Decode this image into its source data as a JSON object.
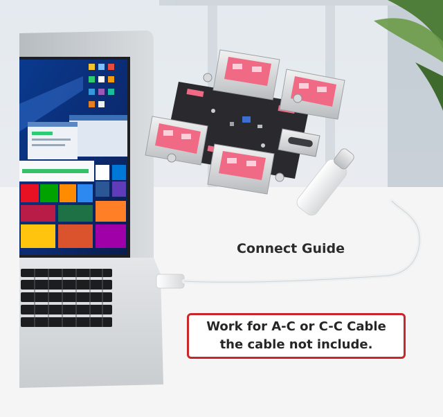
{
  "caption": {
    "title": "Connect Guide"
  },
  "note": {
    "line1": "Work for A-C or C-C Cable",
    "line2": "the cable not include."
  },
  "colors": {
    "note_border": "#c9252b",
    "board": "#2a2a2e",
    "connector_pink": "#f06a86",
    "screen_blue": "#0b2a70"
  },
  "icons": [
    "usb-a-port-icon",
    "usb-c-port-icon",
    "usb-c-plug-icon"
  ]
}
